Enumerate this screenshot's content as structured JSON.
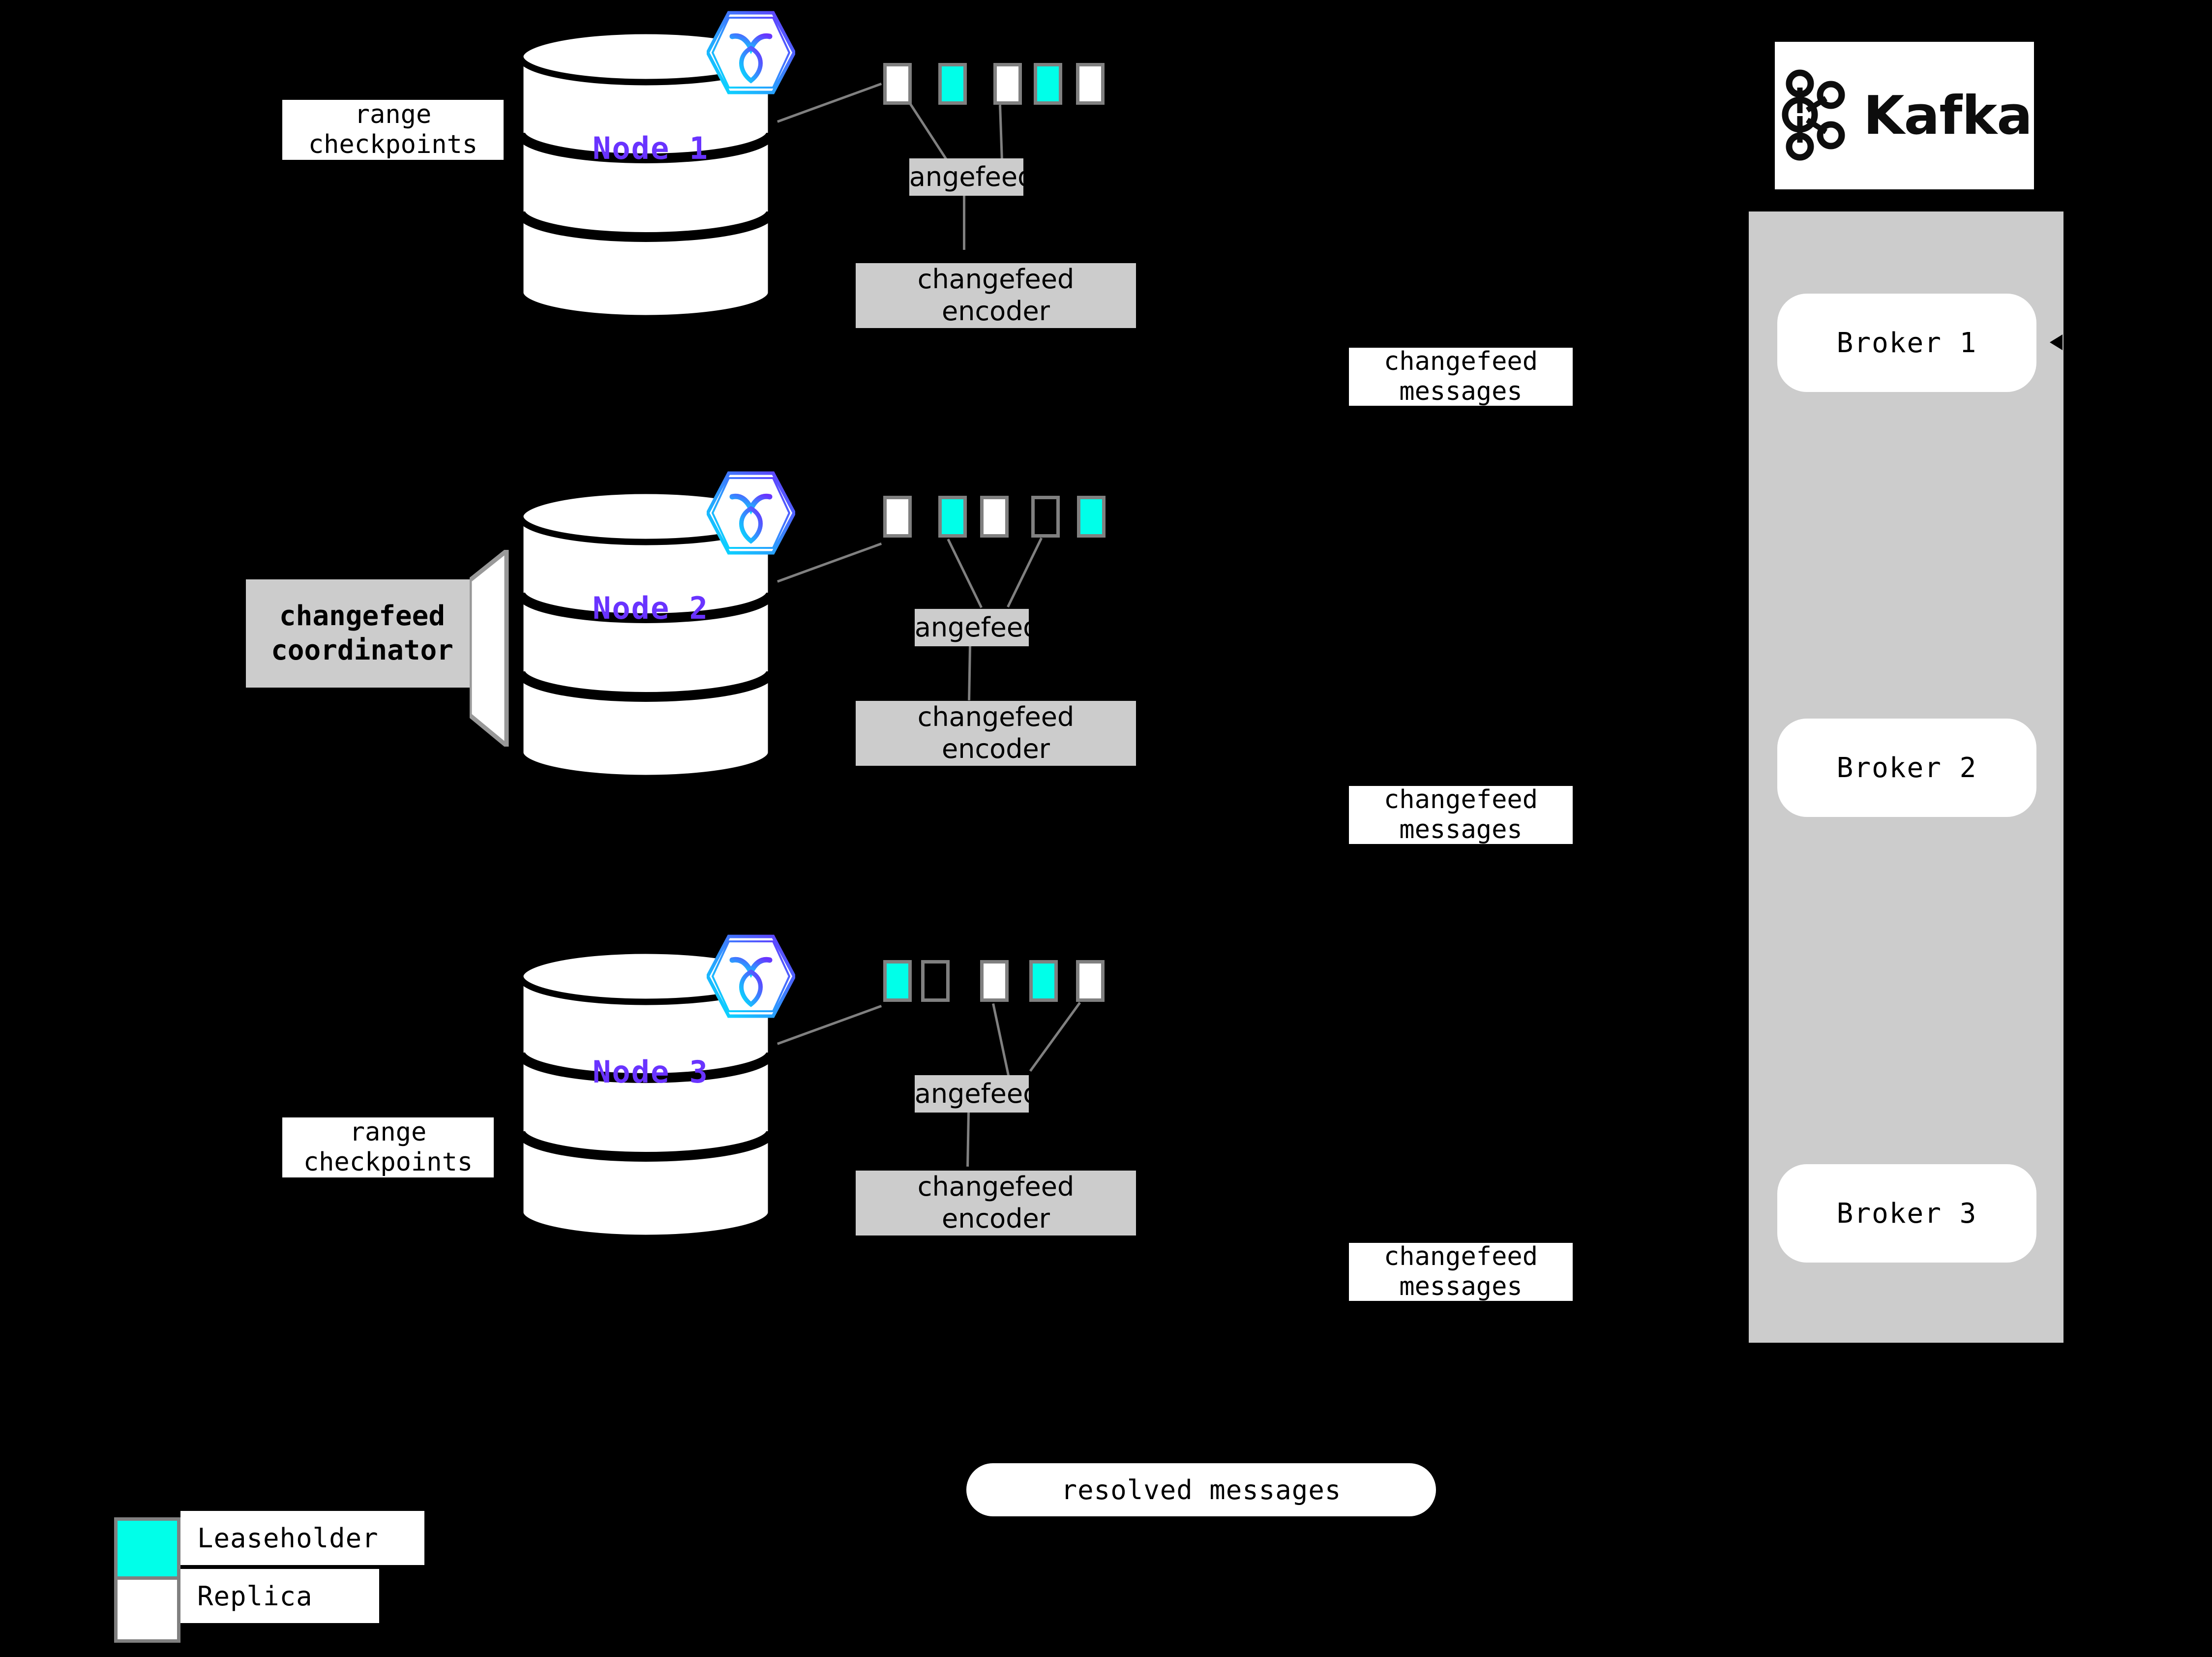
{
  "colors": {
    "background": "#000000",
    "leaseholder": "#00ffe9",
    "replica": "#ffffff",
    "node_label": "#6933ff",
    "gray_box": "#cccccc",
    "block_border": "#808080",
    "connector": "#808080",
    "kafka_panel": "#cccccc"
  },
  "nodes": [
    {
      "name": "Node 1",
      "logo_icon": "cockroachdb-hexagon-icon",
      "side_label": "range\ncheckpoints",
      "side_label_line1": "range",
      "side_label_line2": "checkpoints",
      "blocks": [
        "replica",
        "leaseholder",
        "replica",
        "leaseholder",
        "replica"
      ],
      "rangefeed_label": "rangefeed",
      "encoder_label_line1": "changefeed",
      "encoder_label_line2": "encoder",
      "output_label_line1": "changefeed",
      "output_label_line2": "messages"
    },
    {
      "name": "Node 2",
      "logo_icon": "cockroachdb-hexagon-icon",
      "side_label_line1": "changefeed",
      "side_label_line2": "coordinator",
      "blocks": [
        "replica",
        "leaseholder",
        "replica",
        "empty",
        "leaseholder"
      ],
      "rangefeed_label": "rangefeed",
      "encoder_label_line1": "changefeed",
      "encoder_label_line2": "encoder",
      "output_label_line1": "changefeed",
      "output_label_line2": "messages"
    },
    {
      "name": "Node 3",
      "logo_icon": "cockroachdb-hexagon-icon",
      "side_label_line1": "range",
      "side_label_line2": "checkpoints",
      "blocks": [
        "leaseholder",
        "empty",
        "replica",
        "leaseholder",
        "replica"
      ],
      "rangefeed_label": "rangefeed",
      "encoder_label_line1": "changefeed",
      "encoder_label_line2": "encoder",
      "output_label_line1": "changefeed",
      "output_label_line2": "messages"
    }
  ],
  "kafka": {
    "logo_icon": "kafka-logo-icon",
    "wordmark": "Kafka",
    "brokers": [
      {
        "label": "Broker 1"
      },
      {
        "label": "Broker 2"
      },
      {
        "label": "Broker 3"
      }
    ]
  },
  "resolved": {
    "label": "resolved messages"
  },
  "legend": {
    "items": [
      {
        "swatch": "leaseholder",
        "label": "Leaseholder"
      },
      {
        "swatch": "replica",
        "label": "Replica"
      }
    ]
  }
}
